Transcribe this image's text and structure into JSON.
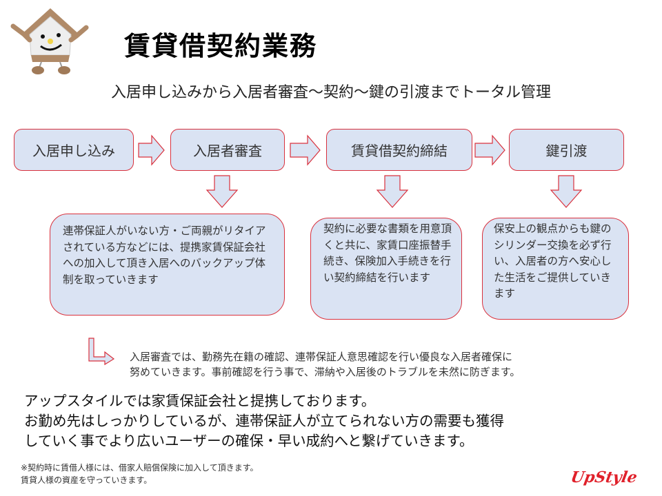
{
  "header": {
    "title": "賃貸借契約業務",
    "subtitle": "入居申し込みから入居者審査〜契約〜鍵の引渡までトータル管理"
  },
  "flow": {
    "steps": [
      "入居申し込み",
      "入居者審査",
      "賃貸借契約締結",
      "鍵引渡"
    ],
    "descriptions": {
      "screening": "連帯保証人がいない方・ご両親がリタイアされている方などには、提携家賃保証会社への加入して頂き入居へのバックアップ体制を取っていきます",
      "contract": "契約に必要な書類を用意頂くと共に、家賃口座振替手続き、保険加入手続きを行い契約締結を行います",
      "handover": "保安上の観点からも鍵のシリンダー交換を必ず行い、入居者の方へ安心した生活をご提供していきます"
    }
  },
  "note": {
    "line1": "入居審査では、勤務先在籍の確認、連帯保証人意思確認を行い優良な入居者確保に",
    "line2": "努めていきます。事前確認を行う事で、滞納や入居後のトラブルを未然に防ぎます。"
  },
  "main_text": {
    "line1": "アップスタイルでは家賃保証会社と提携しております。",
    "line2": "お勤め先はしっかりしているが、連帯保証人が立てられない方の需要も獲得",
    "line3": "していく事でより広いユーザーの確保・早い成約へと繋げていきます。"
  },
  "footnote": {
    "line1": "※契約時に賃借人様には、借家人賠償保険に加入して頂きます。",
    "line2": "賃貸人様の資産を守っていきます。"
  },
  "logo": {
    "text": "UpStyle"
  },
  "colors": {
    "box_fill": "#dae3f3",
    "box_border": "#d9303c",
    "logo": "#e0202a"
  }
}
